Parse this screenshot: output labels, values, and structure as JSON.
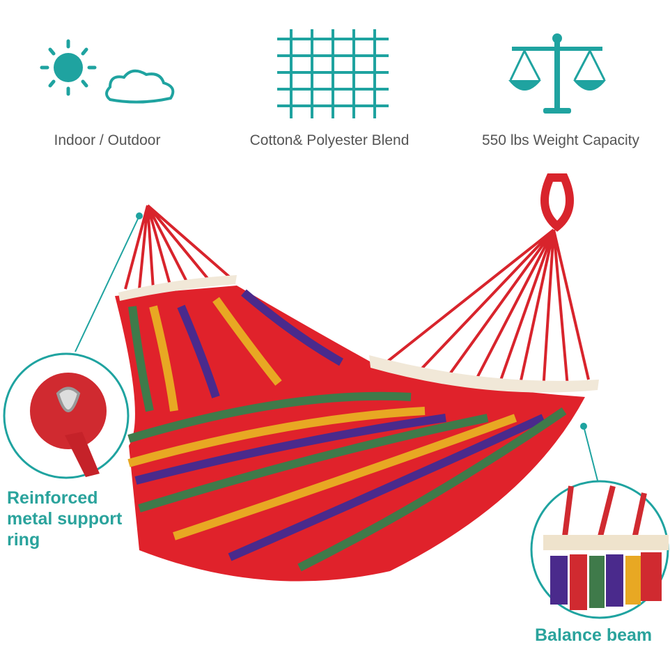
{
  "colors": {
    "teal": "#1fa3a0",
    "red": "#e0222b",
    "purple": "#4a2a8c",
    "yellow": "#e8a823",
    "green": "#3f7a4a"
  },
  "features": [
    {
      "icon": "sun-cloud-icon",
      "label": "Indoor / Outdoor"
    },
    {
      "icon": "weave-grid-icon",
      "label": "Cotton& Polyester Blend"
    },
    {
      "icon": "scale-icon",
      "label": "550 lbs Weight Capacity"
    }
  ],
  "callouts": {
    "ring": [
      "Reinforced",
      "metal support",
      "ring"
    ],
    "beam": "Balance beam"
  }
}
